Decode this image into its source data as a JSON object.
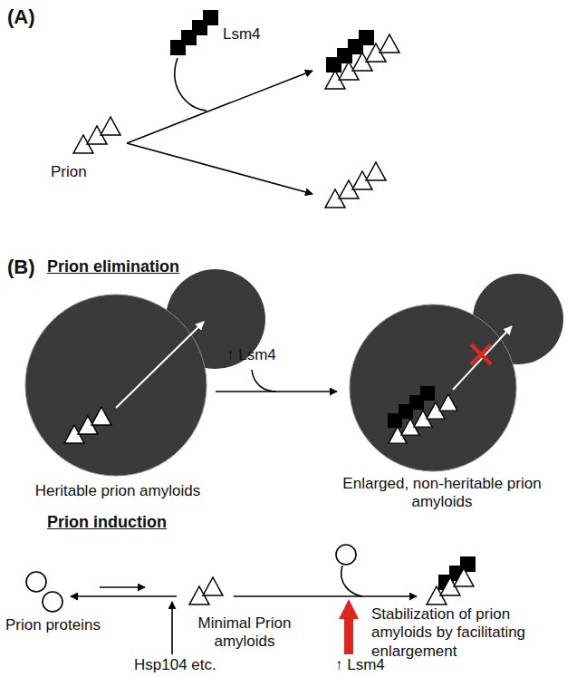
{
  "diagram": {
    "labels": [
      "(A)",
      "Lsm4",
      "Prion",
      "(B)",
      "Prion elimination",
      "Heritable prion amyloids",
      "↑ Lsm4",
      "Enlarged, non-heritable prion amyloids",
      "Prion induction",
      "Prion proteins",
      "Minimal Prion amyloids",
      "Hsp104 etc.",
      "↑ Lsm4",
      "Stabilization of prion amyloids by facilitating enlargement"
    ]
  }
}
